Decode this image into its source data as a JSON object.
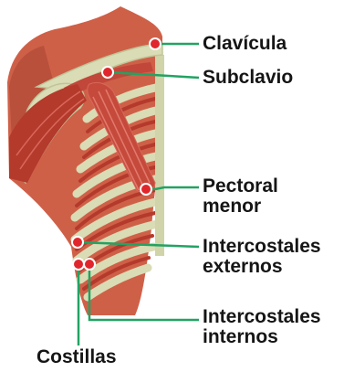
{
  "figure": {
    "description_colors": {
      "skin": "#cf6048",
      "bone": "#d9dcb4",
      "bone_shadow": "#bfc598",
      "muscle": "#b43a2c",
      "muscle_light": "#d9675b",
      "leader_line": "#22a363",
      "marker": "#e0262c"
    }
  },
  "labels": {
    "clavicula": "Clavícula",
    "subclavio": "Subclavio",
    "pectoral_menor": [
      "Pectoral",
      "menor"
    ],
    "intercostales_externos": [
      "Intercostales",
      "externos"
    ],
    "intercostales_internos": [
      "Intercostales",
      "internos"
    ],
    "costillas": "Costillas"
  }
}
